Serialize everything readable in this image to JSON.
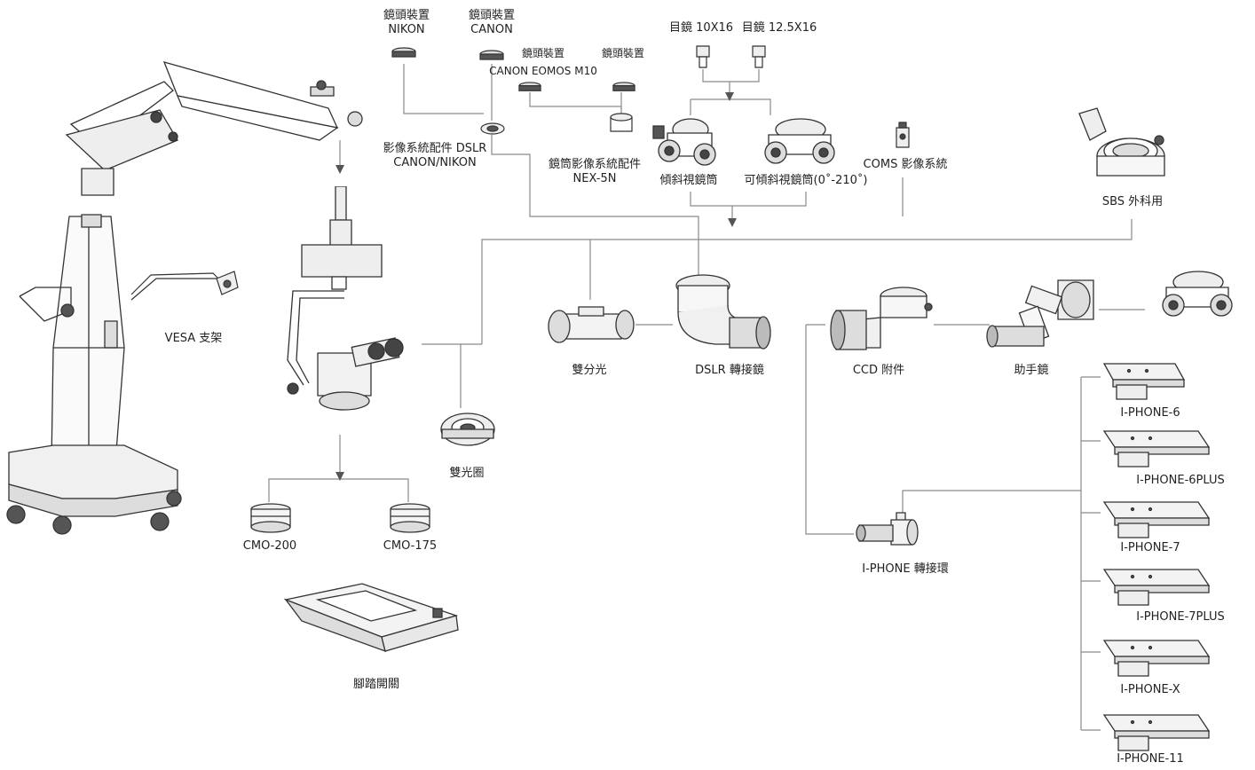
{
  "accessories": {
    "nikon_mount": {
      "line1": "鏡頭裝置",
      "line2": "NIKON"
    },
    "canon_mount": {
      "line1": "鏡頭裝置",
      "line2": "CANON"
    },
    "canon_eos_m10_mount": {
      "line1": "鏡頭裝置",
      "line2": "CANON EOMOS M10"
    },
    "mount_4": "鏡頭裝置",
    "dslr_adapter": {
      "line1": "影像系統配件 DSLR",
      "line2": "CANON/NIKON"
    },
    "nex_adapter": {
      "line1": "鏡筒影像系統配件",
      "line2": "NEX-5N"
    },
    "eyepiece_10x16": "目鏡 10X16",
    "eyepiece_12_5x16": "目鏡 12.5X16",
    "inclined_tube": "傾斜視鏡筒",
    "tiltable_tube": "可傾斜視鏡筒(0˚-210˚)",
    "coms_system": "COMS 影像系統",
    "sbs_surgical": "SBS 外科用",
    "vesa_bracket": "VESA 支架",
    "beam_splitter": "雙分光",
    "dslr_connector": "DSLR 轉接鏡",
    "ccd_attachment": "CCD 附件",
    "assistant_scope": "助手鏡",
    "double_iris": "雙光圈",
    "cmo_200": "CMO-200",
    "cmo_175": "CMO-175",
    "foot_switch": "腳踏開關",
    "iphone_adapter": "I-PHONE 轉接環"
  },
  "phone_holders": [
    "I-PHONE-6",
    "I-PHONE-6PLUS",
    "I-PHONE-7",
    "I-PHONE-7PLUS",
    "I-PHONE-X",
    "I-PHONE-11"
  ],
  "colors": {
    "line": "#8a8a8a",
    "stroke": "#333333",
    "fill": "#ffffff",
    "shade": "#d9d9d9",
    "dark": "#444444"
  },
  "icons": [
    "microscope-stand-icon",
    "dental-microscope-icon",
    "lens-mount-icon",
    "eyepiece-icon",
    "binocular-tube-icon",
    "camera-module-icon",
    "sbs-ring-icon",
    "vesa-arm-icon",
    "beam-splitter-icon",
    "dslr-adapter-icon",
    "ccd-adapter-icon",
    "assistant-scope-icon",
    "iris-ring-icon",
    "objective-lens-icon",
    "foot-pedal-icon",
    "phone-adapter-icon",
    "phone-tray-icon"
  ]
}
